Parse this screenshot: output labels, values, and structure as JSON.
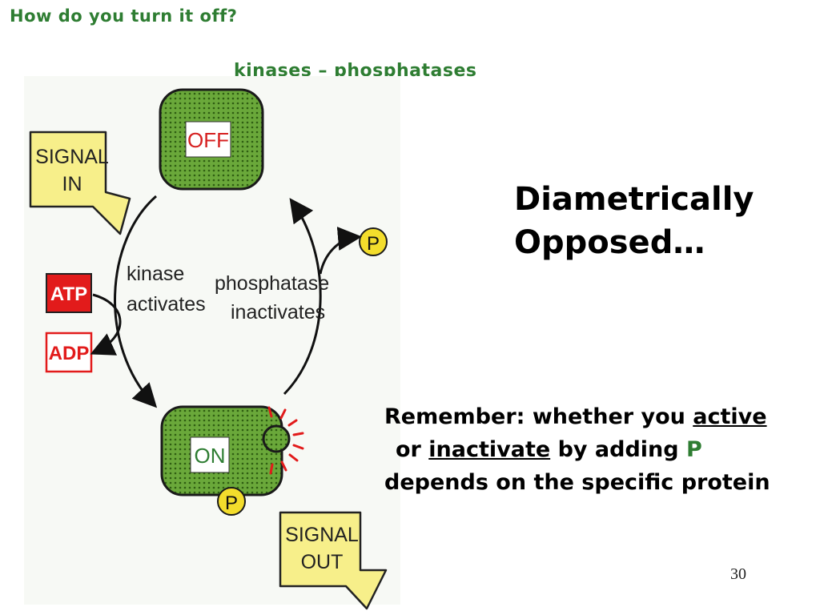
{
  "slide": {
    "title": "How do you turn it off?",
    "subtitle": "kinases – phosphatases",
    "headline_line1": "Diametrically",
    "headline_line2": "Opposed…",
    "remember": {
      "part1": "Remember: whether you ",
      "word_active": "active",
      "part2": "or ",
      "word_inactivate": "inactivate",
      "part3": " by adding ",
      "p_letter": "P",
      "line3": "depends on the specific protein"
    },
    "page_number": "30"
  },
  "diagram": {
    "off_label": "OFF",
    "on_label": "ON",
    "signal_in_line1": "SIGNAL",
    "signal_in_line2": "IN",
    "signal_out_line1": "SIGNAL",
    "signal_out_line2": "OUT",
    "atp_label": "ATP",
    "adp_label": "ADP",
    "kinase_line1": "kinase",
    "kinase_line2": "activates",
    "phosphatase_line1": "phosphatase",
    "phosphatase_line2": "inactivates",
    "phosphate_label": "P",
    "phosphate_bound_label": "P"
  },
  "colors": {
    "title_green": "#2e7d32",
    "protein_green": "#5a9a2e",
    "signal_yellow": "#f7ef8a",
    "atp_red": "#e21b1b",
    "phosphate_yellow": "#f3dd2c"
  }
}
